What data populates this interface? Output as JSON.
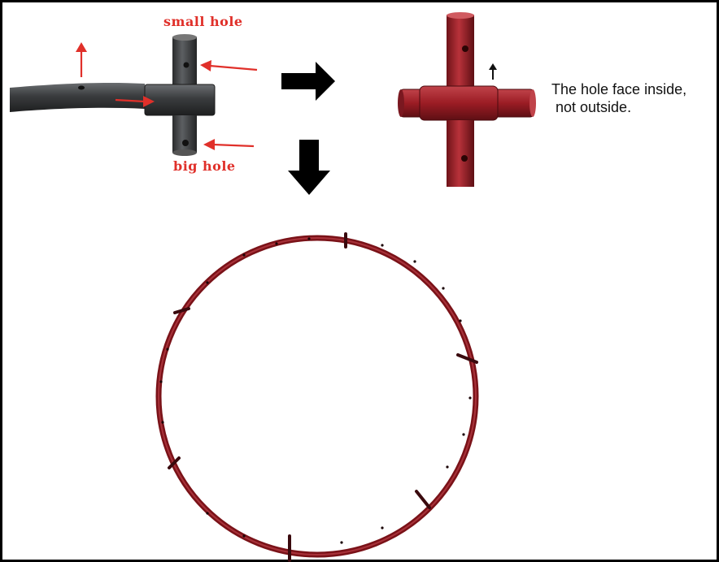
{
  "labels": {
    "small_hole": "small hole",
    "big_hole": "big hole",
    "note": "The hole face inside,\n not outside."
  },
  "colors": {
    "annotation_red": "#e0302a",
    "pipe_gray": "#3a3c3e",
    "pipe_red": "#9b1c24",
    "ring_red": "#7a1218",
    "arrow_black": "#000000"
  },
  "icons": {
    "step_right": "arrow-right-icon",
    "step_down": "arrow-down-icon",
    "direction_up": "arrow-up-icon"
  }
}
